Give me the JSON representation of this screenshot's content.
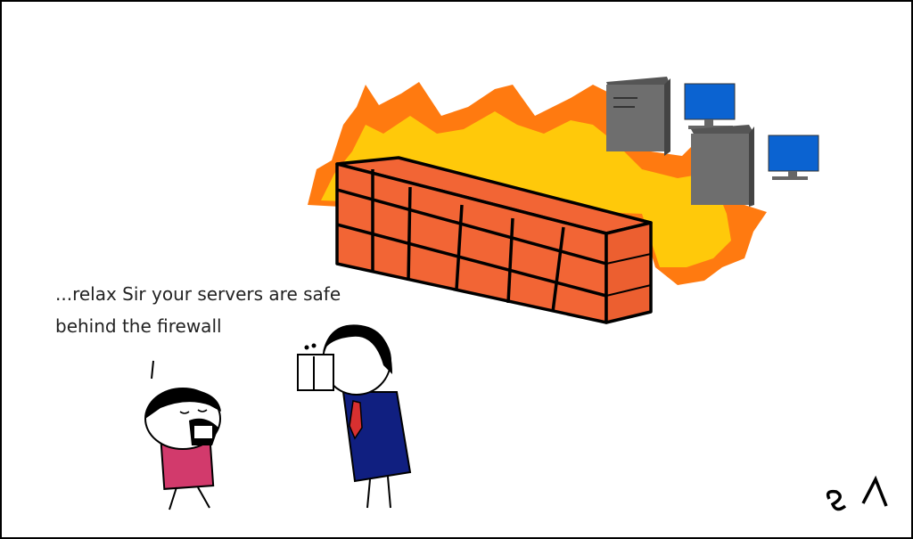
{
  "comic": {
    "caption_line1": "...relax Sir your servers are safe",
    "caption_line2": "behind the firewall",
    "signature": "ዩ^",
    "colors": {
      "flame_outer": "#ff7a10",
      "flame_inner": "#ffc90a",
      "brick": "#f26535",
      "server": "#6e6e6e",
      "monitor": "#0b63d1",
      "shirt": "#d23a6c",
      "suit": "#101f80",
      "tie": "#d83030"
    }
  }
}
